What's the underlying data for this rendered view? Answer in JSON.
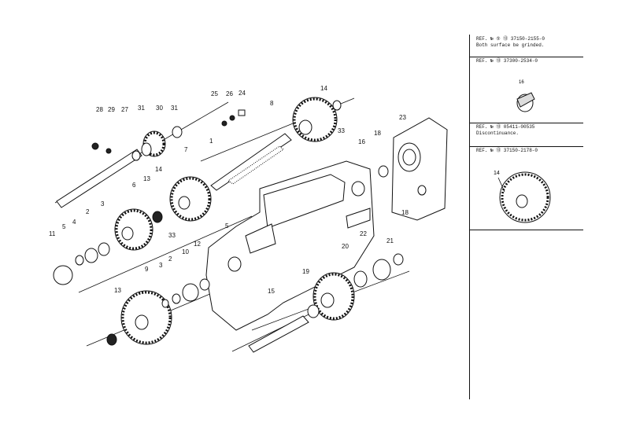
{
  "callouts": {
    "c28": "28",
    "c29": "29",
    "c27": "27",
    "c31a": "31",
    "c30": "30",
    "c31b": "31",
    "c25": "25",
    "c26": "26",
    "c24": "24",
    "c8a": "8",
    "c14a": "14",
    "c33a": "33",
    "c1": "1",
    "c7": "7",
    "c14b": "14",
    "c13a": "13",
    "c33b": "33",
    "c6": "6",
    "c3a": "3",
    "c2a": "2",
    "c4": "4",
    "c5a": "5",
    "c11": "11",
    "c23": "23",
    "c18a": "18",
    "c16": "16",
    "c5b": "5",
    "c12": "12",
    "c10": "10",
    "c2b": "2",
    "c3b": "3",
    "c9": "9",
    "c13b": "13",
    "c15": "15",
    "c19": "19",
    "c20": "20",
    "c22": "22",
    "c21": "21",
    "c18b": "18"
  },
  "panel": {
    "ref1": {
      "head": "REF. № ⑤ ⑬ 37150-2155-0",
      "note": "Both surface be grinded."
    },
    "ref2": {
      "head": "REF. № ⑬ 37300-2534-0",
      "label": "16"
    },
    "ref3": {
      "head": "REF. № ⑬ 05411-00535",
      "note": "Discontinuance."
    },
    "ref4": {
      "head": "REF. № ⑬ 37150-2178-0",
      "label": "14"
    }
  }
}
